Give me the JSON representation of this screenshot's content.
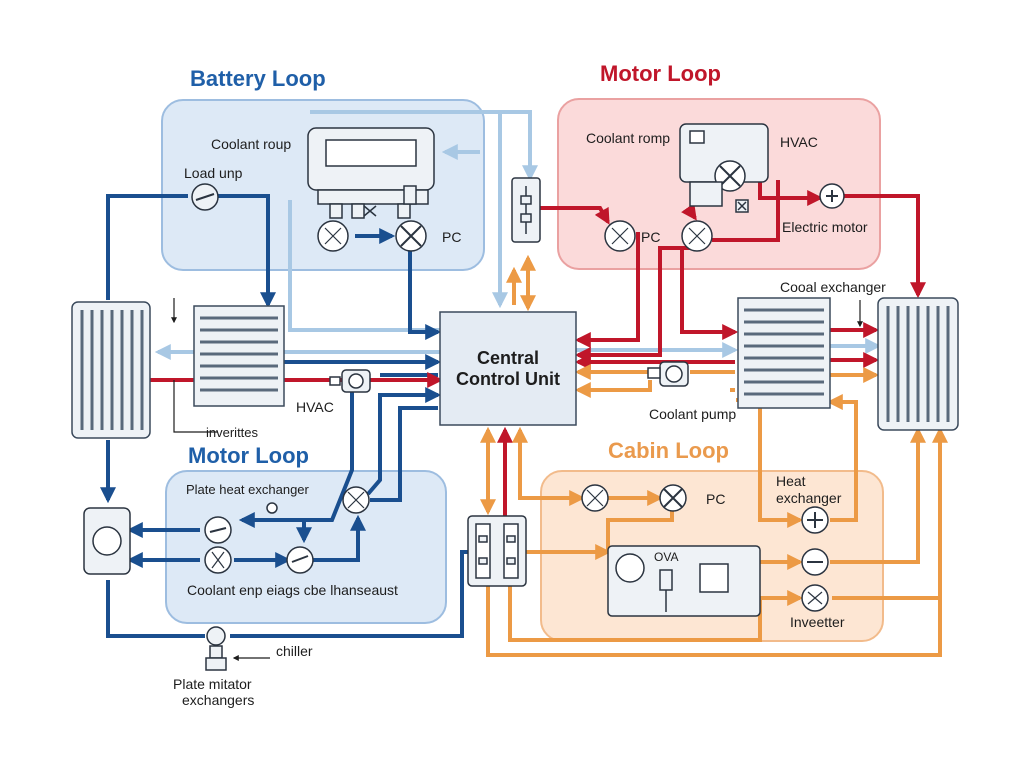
{
  "regions": {
    "battery_loop": {
      "title": "Battery Loop",
      "color": "#1f5fa8",
      "fill": "#dde9f6",
      "border": "#9dbde0"
    },
    "motor_loop_top": {
      "title": "Motor Loop",
      "color": "#c0162a",
      "fill": "#fbdada",
      "border": "#eaa1a1"
    },
    "motor_loop_bottom": {
      "title": "Motor Loop",
      "color": "#1f5fa8",
      "fill": "#dde9f6",
      "border": "#9dbde0"
    },
    "cabin_loop": {
      "title": "Cabin Loop",
      "color": "#ea9a4d",
      "fill": "#fde6d3",
      "border": "#f2bb8b"
    }
  },
  "center": {
    "line1": "Central",
    "line2": "Control Unit"
  },
  "labels": {
    "battery_coolant_pump": "Coolant roup",
    "battery_load_pump": "Load unp",
    "battery_pc": "PC",
    "motor_coolant_pump": "Coolant romp",
    "motor_hvac": "HVAC",
    "motor_pc": "PC",
    "motor_electric": "Electric motor",
    "left_hvac": "HVAC",
    "left_inverters": "inverittes",
    "right_exchanger": "Cooal exchanger",
    "right_coolant_pump": "Coolant pump",
    "plate_heat_exchanger": "Plate heat exchanger",
    "coolant_bottom": "Coolant enp eiags cbe lhanseaust",
    "chiller": "chiller",
    "plate_mitator_1": "Plate mitator",
    "plate_mitator_2": "exchangers",
    "cabin_pc": "PC",
    "cabin_heat_1": "Heat",
    "cabin_heat_2": "exchanger",
    "cabin_ova": "OVA",
    "cabin_inverter": "Inveetter"
  },
  "colors": {
    "blue_line": "#1a4f8f",
    "light_blue_line": "#a8c8e4",
    "red_line": "#c0162a",
    "orange_line": "#ec9a45",
    "component_stroke": "#2b3440",
    "component_fill": "#eef2f6"
  }
}
